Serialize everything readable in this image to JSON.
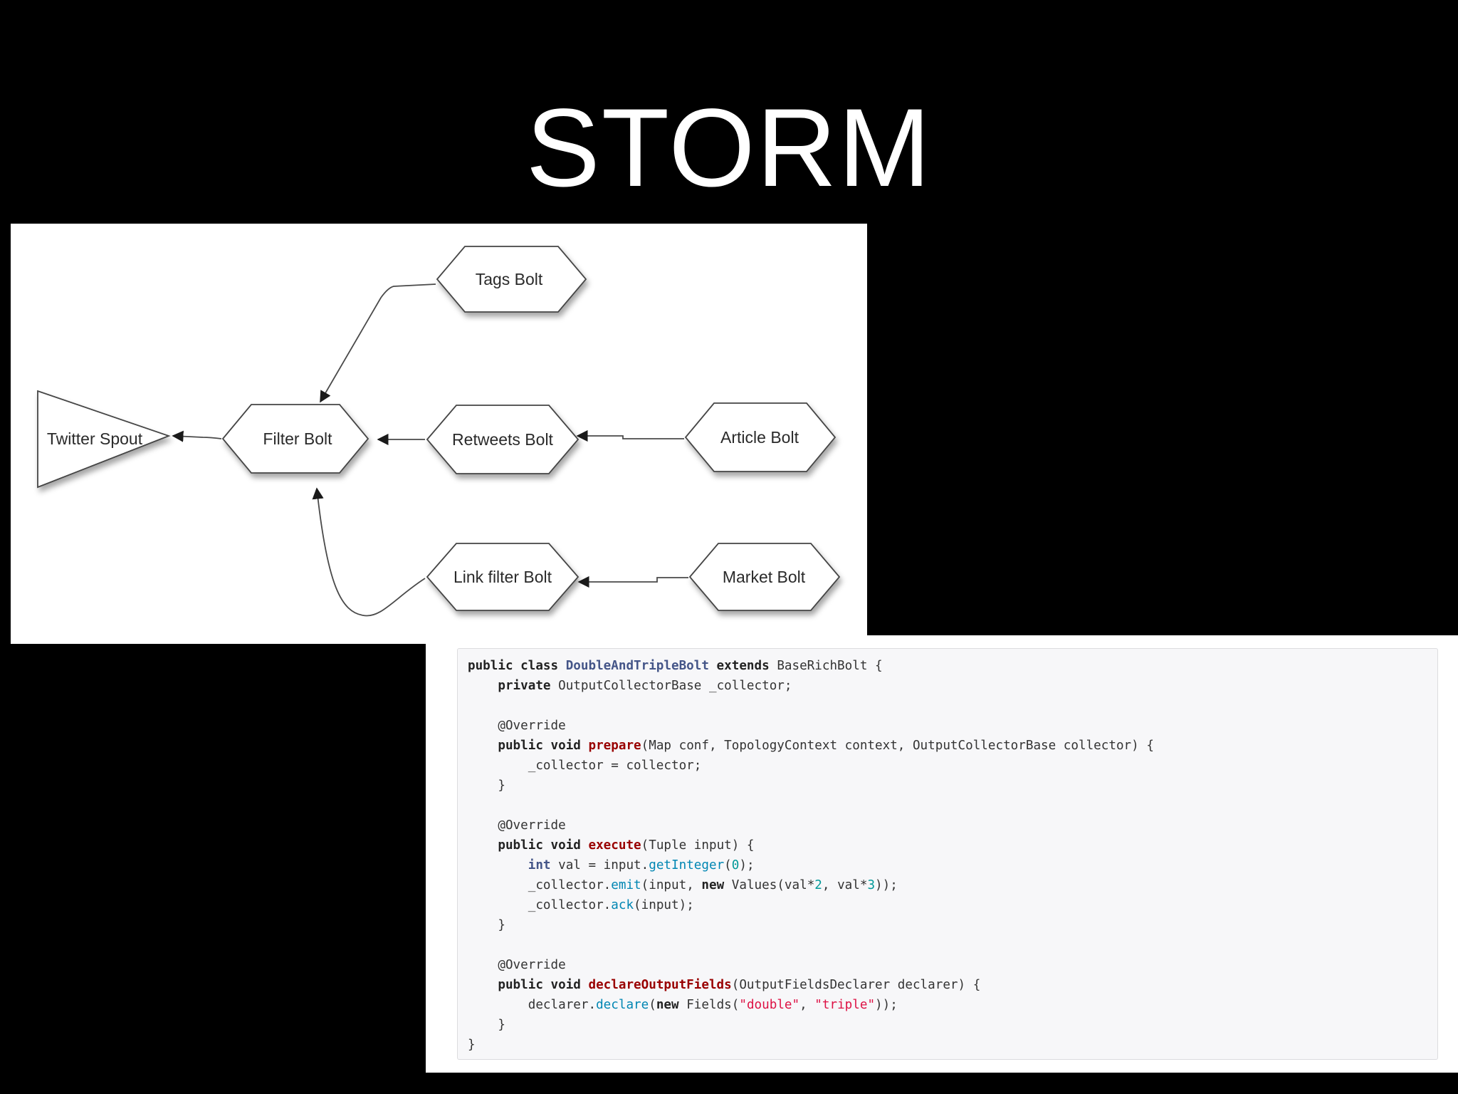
{
  "slide": {
    "title": "STORM",
    "background": "#000000"
  },
  "diagram": {
    "nodes": [
      {
        "id": "twitter-spout",
        "label": "Twitter Spout",
        "shape": "triangle"
      },
      {
        "id": "filter-bolt",
        "label": "Filter Bolt",
        "shape": "hexagon"
      },
      {
        "id": "tags-bolt",
        "label": "Tags Bolt",
        "shape": "hexagon"
      },
      {
        "id": "retweets-bolt",
        "label": "Retweets Bolt",
        "shape": "hexagon"
      },
      {
        "id": "article-bolt",
        "label": "Article Bolt",
        "shape": "hexagon"
      },
      {
        "id": "link-filter-bolt",
        "label": "Link filter Bolt",
        "shape": "hexagon"
      },
      {
        "id": "market-bolt",
        "label": "Market Bolt",
        "shape": "hexagon"
      }
    ],
    "edges": [
      {
        "from": "filter-bolt",
        "to": "twitter-spout"
      },
      {
        "from": "tags-bolt",
        "to": "filter-bolt"
      },
      {
        "from": "retweets-bolt",
        "to": "filter-bolt"
      },
      {
        "from": "link-filter-bolt",
        "to": "filter-bolt"
      },
      {
        "from": "article-bolt",
        "to": "retweets-bolt"
      },
      {
        "from": "market-bolt",
        "to": "link-filter-bolt"
      }
    ]
  },
  "code": {
    "language": "java",
    "lines": [
      [
        [
          "kw",
          "public class "
        ],
        [
          "cls",
          "DoubleAndTripleBolt"
        ],
        [
          "kw",
          " extends "
        ],
        [
          "plain",
          "BaseRichBolt {"
        ]
      ],
      [
        [
          "plain",
          "    "
        ],
        [
          "kw",
          "private "
        ],
        [
          "plain",
          "OutputCollectorBase _collector;"
        ]
      ],
      [
        [
          "plain",
          ""
        ]
      ],
      [
        [
          "ann",
          "    @Override"
        ]
      ],
      [
        [
          "plain",
          "    "
        ],
        [
          "kw",
          "public void "
        ],
        [
          "fn",
          "prepare"
        ],
        [
          "plain",
          "(Map conf, TopologyContext context, OutputCollectorBase collector) {"
        ]
      ],
      [
        [
          "plain",
          "        _collector = collector;"
        ]
      ],
      [
        [
          "plain",
          "    }"
        ]
      ],
      [
        [
          "plain",
          ""
        ]
      ],
      [
        [
          "ann",
          "    @Override"
        ]
      ],
      [
        [
          "plain",
          "    "
        ],
        [
          "kw",
          "public void "
        ],
        [
          "fn",
          "execute"
        ],
        [
          "plain",
          "(Tuple input) {"
        ]
      ],
      [
        [
          "plain",
          "        "
        ],
        [
          "type",
          "int"
        ],
        [
          "plain",
          " val = input."
        ],
        [
          "call",
          "getInteger"
        ],
        [
          "plain",
          "("
        ],
        [
          "num",
          "0"
        ],
        [
          "plain",
          ");"
        ]
      ],
      [
        [
          "plain",
          "        _collector."
        ],
        [
          "call",
          "emit"
        ],
        [
          "plain",
          "(input, "
        ],
        [
          "kw",
          "new "
        ],
        [
          "plain",
          "Values(val*"
        ],
        [
          "num",
          "2"
        ],
        [
          "plain",
          ", val*"
        ],
        [
          "num",
          "3"
        ],
        [
          "plain",
          "));"
        ]
      ],
      [
        [
          "plain",
          "        _collector."
        ],
        [
          "call",
          "ack"
        ],
        [
          "plain",
          "(input);"
        ]
      ],
      [
        [
          "plain",
          "    }"
        ]
      ],
      [
        [
          "plain",
          ""
        ]
      ],
      [
        [
          "ann",
          "    @Override"
        ]
      ],
      [
        [
          "plain",
          "    "
        ],
        [
          "kw",
          "public void "
        ],
        [
          "fn",
          "declareOutputFields"
        ],
        [
          "plain",
          "(OutputFieldsDeclarer declarer) {"
        ]
      ],
      [
        [
          "plain",
          "        declarer."
        ],
        [
          "call",
          "declare"
        ],
        [
          "plain",
          "("
        ],
        [
          "kw",
          "new "
        ],
        [
          "plain",
          "Fields("
        ],
        [
          "str",
          "\"double\""
        ],
        [
          "plain",
          ", "
        ],
        [
          "str",
          "\"triple\""
        ],
        [
          "plain",
          "));"
        ]
      ],
      [
        [
          "plain",
          "    }"
        ]
      ],
      [
        [
          "plain",
          "}"
        ]
      ]
    ]
  }
}
